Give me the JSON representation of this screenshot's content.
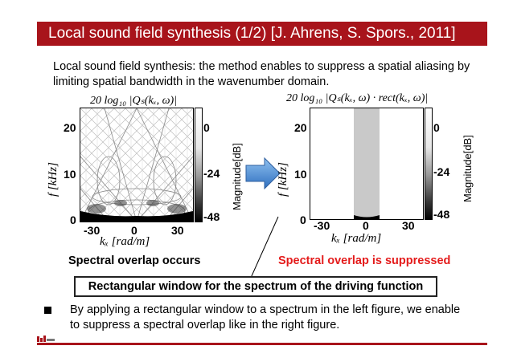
{
  "slide": {
    "title": "Local sound field synthesis (1/2)  [J. Ahrens, S. Spors., 2011]",
    "intro": "Local sound field synthesis: the method enables to suppress a spatial aliasing by limiting spatial bandwidth in the wavenumber domain.",
    "caption_left": "Spectral overlap occurs",
    "caption_right": "Spectral overlap is suppressed",
    "callout": "Rectangular window for the spectrum of the driving function",
    "bullet": "By applying a rectangular window to a spectrum in the left figure, we enable to suppress a spectral overlap like in the right figure.",
    "colors": {
      "title_bar": "#a8141b",
      "caption_right": "#e41b1b",
      "arrow": "#4a90d9"
    }
  },
  "left_plot": {
    "title": "20 log₁₀ |Qₛ(kₓ, ω)|",
    "y_label": "f [kHz]",
    "x_label": "kₓ [rad/m]",
    "y_ticks": [
      "20",
      "10",
      "0"
    ],
    "x_ticks": [
      "-30",
      "0",
      "30"
    ],
    "cbar_ticks": [
      "0",
      "-24",
      "-48"
    ],
    "cbar_label": "Magnitude[dB]"
  },
  "right_plot": {
    "title": "20 log₁₀ |Qₛ(kₓ, ω) · rect(kₓ, ω)|",
    "y_label": "f [kHz]",
    "x_label": "kₓ [rad/m]",
    "y_ticks": [
      "20",
      "10",
      "0"
    ],
    "x_ticks": [
      "-30",
      "0",
      "30"
    ],
    "cbar_ticks": [
      "0",
      "-24",
      "-48"
    ],
    "cbar_label": "Magnitude[dB]"
  },
  "arrow_icon": "right-arrow-icon"
}
